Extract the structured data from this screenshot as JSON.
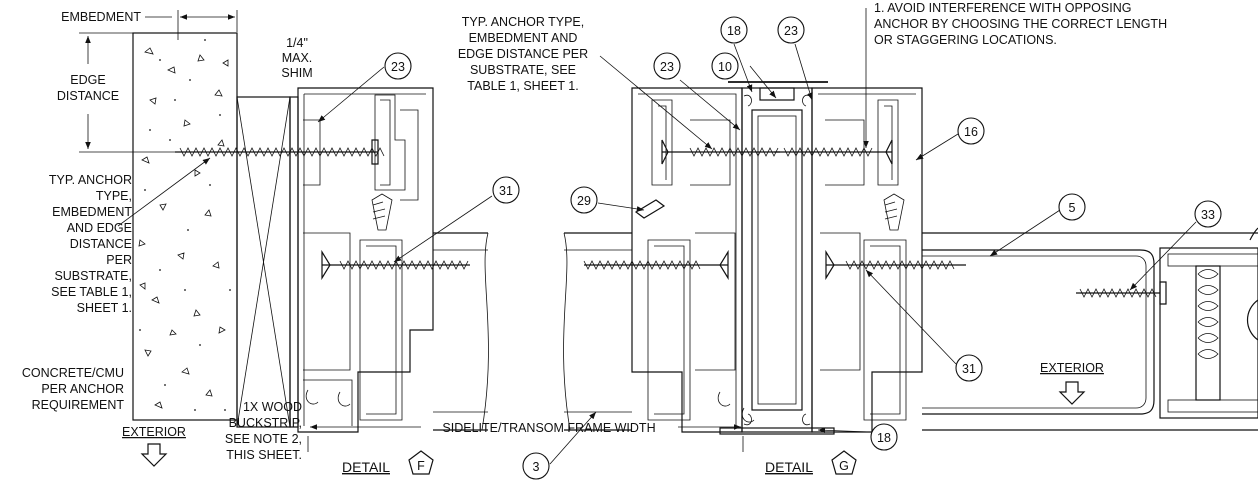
{
  "detail_f": {
    "label_embedment": "EMBEDMENT",
    "label_edge_distance_1": "EDGE",
    "label_edge_distance_2": "DISTANCE",
    "label_shim_1": "1/4\"",
    "label_shim_2": "MAX.",
    "label_shim_3": "SHIM",
    "anchor_note": [
      "TYP. ANCHOR",
      "TYPE,",
      "EMBEDMENT",
      "AND EDGE",
      "DISTANCE",
      "PER",
      "SUBSTRATE,",
      "SEE TABLE 1,",
      "SHEET 1."
    ],
    "concrete_note": [
      "CONCRETE/CMU",
      "PER ANCHOR",
      "REQUIREMENT"
    ],
    "buckstrip_note": [
      "1X WOOD",
      "BUCKSTRIP,",
      "SEE NOTE 2,",
      "THIS SHEET."
    ],
    "exterior_label": "EXTERIOR",
    "detail_word": "DETAIL",
    "detail_letter": "F",
    "callout_23": "23",
    "callout_31": "31"
  },
  "detail_g": {
    "anchor_note": [
      "TYP. ANCHOR TYPE,",
      "EMBEDMENT AND",
      "EDGE DISTANCE PER",
      "SUBSTRATE, SEE",
      "TABLE 1, SHEET 1."
    ],
    "avoid_note": [
      "1. AVOID INTERFERENCE WITH OPPOSING",
      "ANCHOR BY CHOOSING THE CORRECT LENGTH",
      "OR STAGGERING LOCATIONS."
    ],
    "frame_width_label": "SIDELITE/TRANSOM FRAME WIDTH",
    "exterior_label": "EXTERIOR",
    "detail_word": "DETAIL",
    "detail_letter": "G",
    "callouts": {
      "c18_top": "18",
      "c23_top": "23",
      "c23_left": "23",
      "c10": "10",
      "c16": "16",
      "c29": "29",
      "c5": "5",
      "c33": "33",
      "c3": "3",
      "c31": "31",
      "c18_bottom": "18"
    }
  }
}
